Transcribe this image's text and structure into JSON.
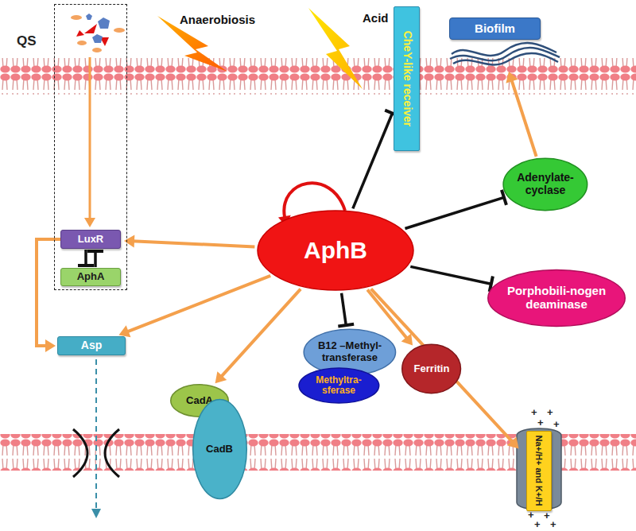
{
  "diagram": {
    "nodes": [
      {
        "text": [
          "QS"
        ]
      },
      {
        "text": [
          "CheY-like receiver"
        ]
      },
      {
        "text": [
          "Biofilm"
        ]
      },
      {
        "text": [
          "LuxR"
        ],
        "in": 0
      },
      {
        "text": [
          "AphA"
        ],
        "in": 0
      },
      {
        "text": [
          "AphB"
        ]
      },
      {
        "text": [
          "Adenylate-cyclase"
        ]
      },
      {
        "text": [
          "Porphobili-nogen deaminase"
        ]
      },
      {
        "text": [
          "Asp"
        ]
      },
      {
        "text": [
          "B12 –Methyl-transferase"
        ]
      },
      {
        "text": [
          "Methyltra-sferase"
        ]
      },
      {
        "text": [
          "Ferritin"
        ]
      },
      {
        "text": [
          "CadA"
        ]
      },
      {
        "text": [
          "CadB"
        ]
      },
      {
        "text": [
          "Na+/H+ and K+/H"
        ]
      }
    ],
    "edges": [
      {
        "from": 5,
        "to": 5,
        "arrow": "to"
      },
      {
        "from": 5,
        "to": 1,
        "arrow": "to"
      },
      {
        "from": 5,
        "to": 6,
        "arrow": "to"
      },
      {
        "from": 6,
        "to": 2,
        "arrow": "to"
      },
      {
        "from": 5,
        "to": 7,
        "arrow": "to"
      },
      {
        "from": 5,
        "to": 9,
        "arrow": "to"
      },
      {
        "from": 5,
        "to": 11,
        "arrow": "to"
      },
      {
        "from": 5,
        "to": 14,
        "arrow": "to"
      },
      {
        "from": 5,
        "to": 12,
        "arrow": "to"
      },
      {
        "from": 5,
        "to": 8,
        "arrow": "to"
      },
      {
        "from": 5,
        "to": 3,
        "arrow": "to"
      },
      {
        "from": 3,
        "to": 8,
        "arrow": "to"
      },
      {
        "from": 3,
        "to": 4,
        "arrow": "to"
      },
      {
        "from": 4,
        "to": 3,
        "arrow": "to"
      }
    ],
    "labels": [
      "Anaerobiosis",
      "Acid",
      "+",
      "+",
      "+",
      "+",
      "+",
      "+",
      "+",
      "+"
    ]
  }
}
